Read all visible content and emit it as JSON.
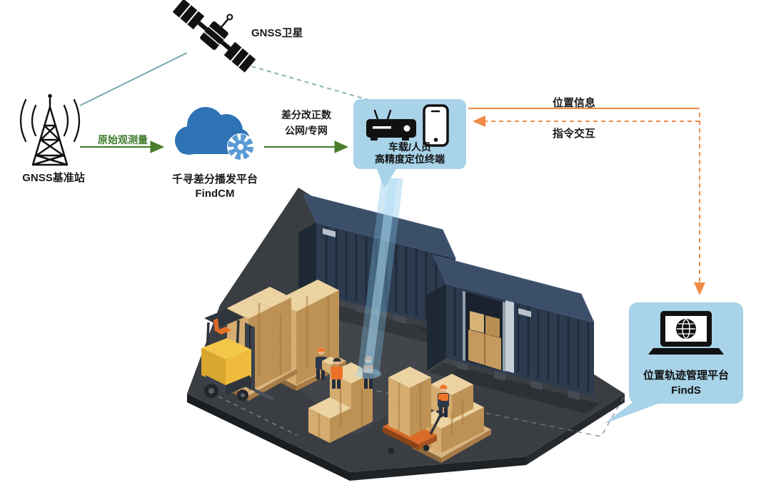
{
  "diagram": {
    "satellite": {
      "label": "GNSS卫星"
    },
    "base_station": {
      "label": "GNSS基准站"
    },
    "links": {
      "raw_observation": "原始观测量",
      "correction_line1": "差分改正数",
      "correction_line2": "公网/专网",
      "position_info": "位置信息",
      "command_interaction": "指令交互"
    },
    "cloud_platform": {
      "name": "千寻差分播发平台",
      "product": "FindCM"
    },
    "terminal": {
      "line1": "车载/人员",
      "line2": "高精度定位终端"
    },
    "management_platform": {
      "name": "位置轨迹管理平台",
      "product": "FindS"
    }
  },
  "icons": {
    "satellite-icon": "svg:satellite",
    "base-station-icon": "svg:radio-tower",
    "cloud-icon": "svg:cloud",
    "gear-icon": "svg:gear",
    "receiver-box-icon": "svg:receiver",
    "smartphone-icon": "svg:smartphone",
    "laptop-globe-icon": "svg:laptop-globe",
    "container-icon": "svg:shipping-container",
    "forklift-icon": "svg:forklift",
    "worker-icon": "svg:worker"
  },
  "colors": {
    "panel_blue": "#a8d3e8",
    "cloud_blue": "#2e74b5",
    "gear_blue": "#5b9bd5",
    "arrow_green": "#4a7d2b",
    "arrow_orange": "#f08a45",
    "link_teal": "#7ba7b0",
    "text_dark": "#1a1a1a",
    "container_navy": "#2d3b4f",
    "ground_gray": "#3a3e43",
    "box_tan": "#d2a86e",
    "forklift_yellow": "#f0c043",
    "beam_blue": "#8ecae6"
  }
}
